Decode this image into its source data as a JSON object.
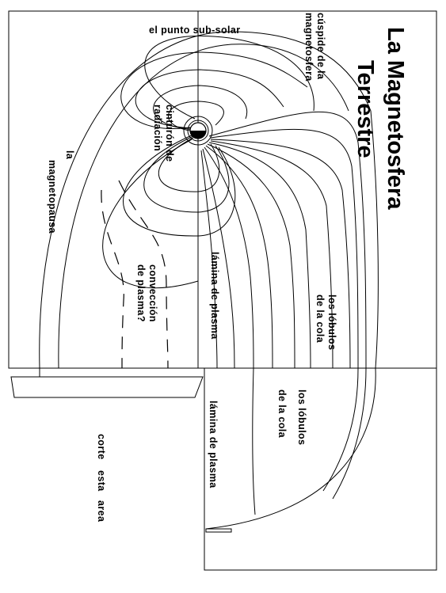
{
  "title": {
    "line1": "La Magnetosfera",
    "line2": "Terrestre"
  },
  "labels": {
    "subsolar_point": "el punto sub-solar",
    "cusp_line1": "cúspide de la",
    "cusp_line2": "magnetosfera",
    "radiation_belt_line1": "cinturón de",
    "radiation_belt_line2": "radiación",
    "magnetopause_line1": "la",
    "magnetopause_line2": "magnetopausa",
    "plasma_sheet_upper": "lámina de plasma",
    "plasma_sheet_lower": "lámina de plasma",
    "plasma_convection_line1": "convección",
    "plasma_convection_line2": "de plasma?",
    "tail_lobes_upper_line1": "los lóbulos",
    "tail_lobes_upper_line2": "de la cola",
    "tail_lobes_lower_line1": "los lóbulos",
    "tail_lobes_lower_line2": "de la cola",
    "cut_area_line1": "corte",
    "cut_area_line2": "esta",
    "cut_area_line3": "area"
  },
  "colors": {
    "ink": "#000000",
    "paper": "#ffffff"
  }
}
